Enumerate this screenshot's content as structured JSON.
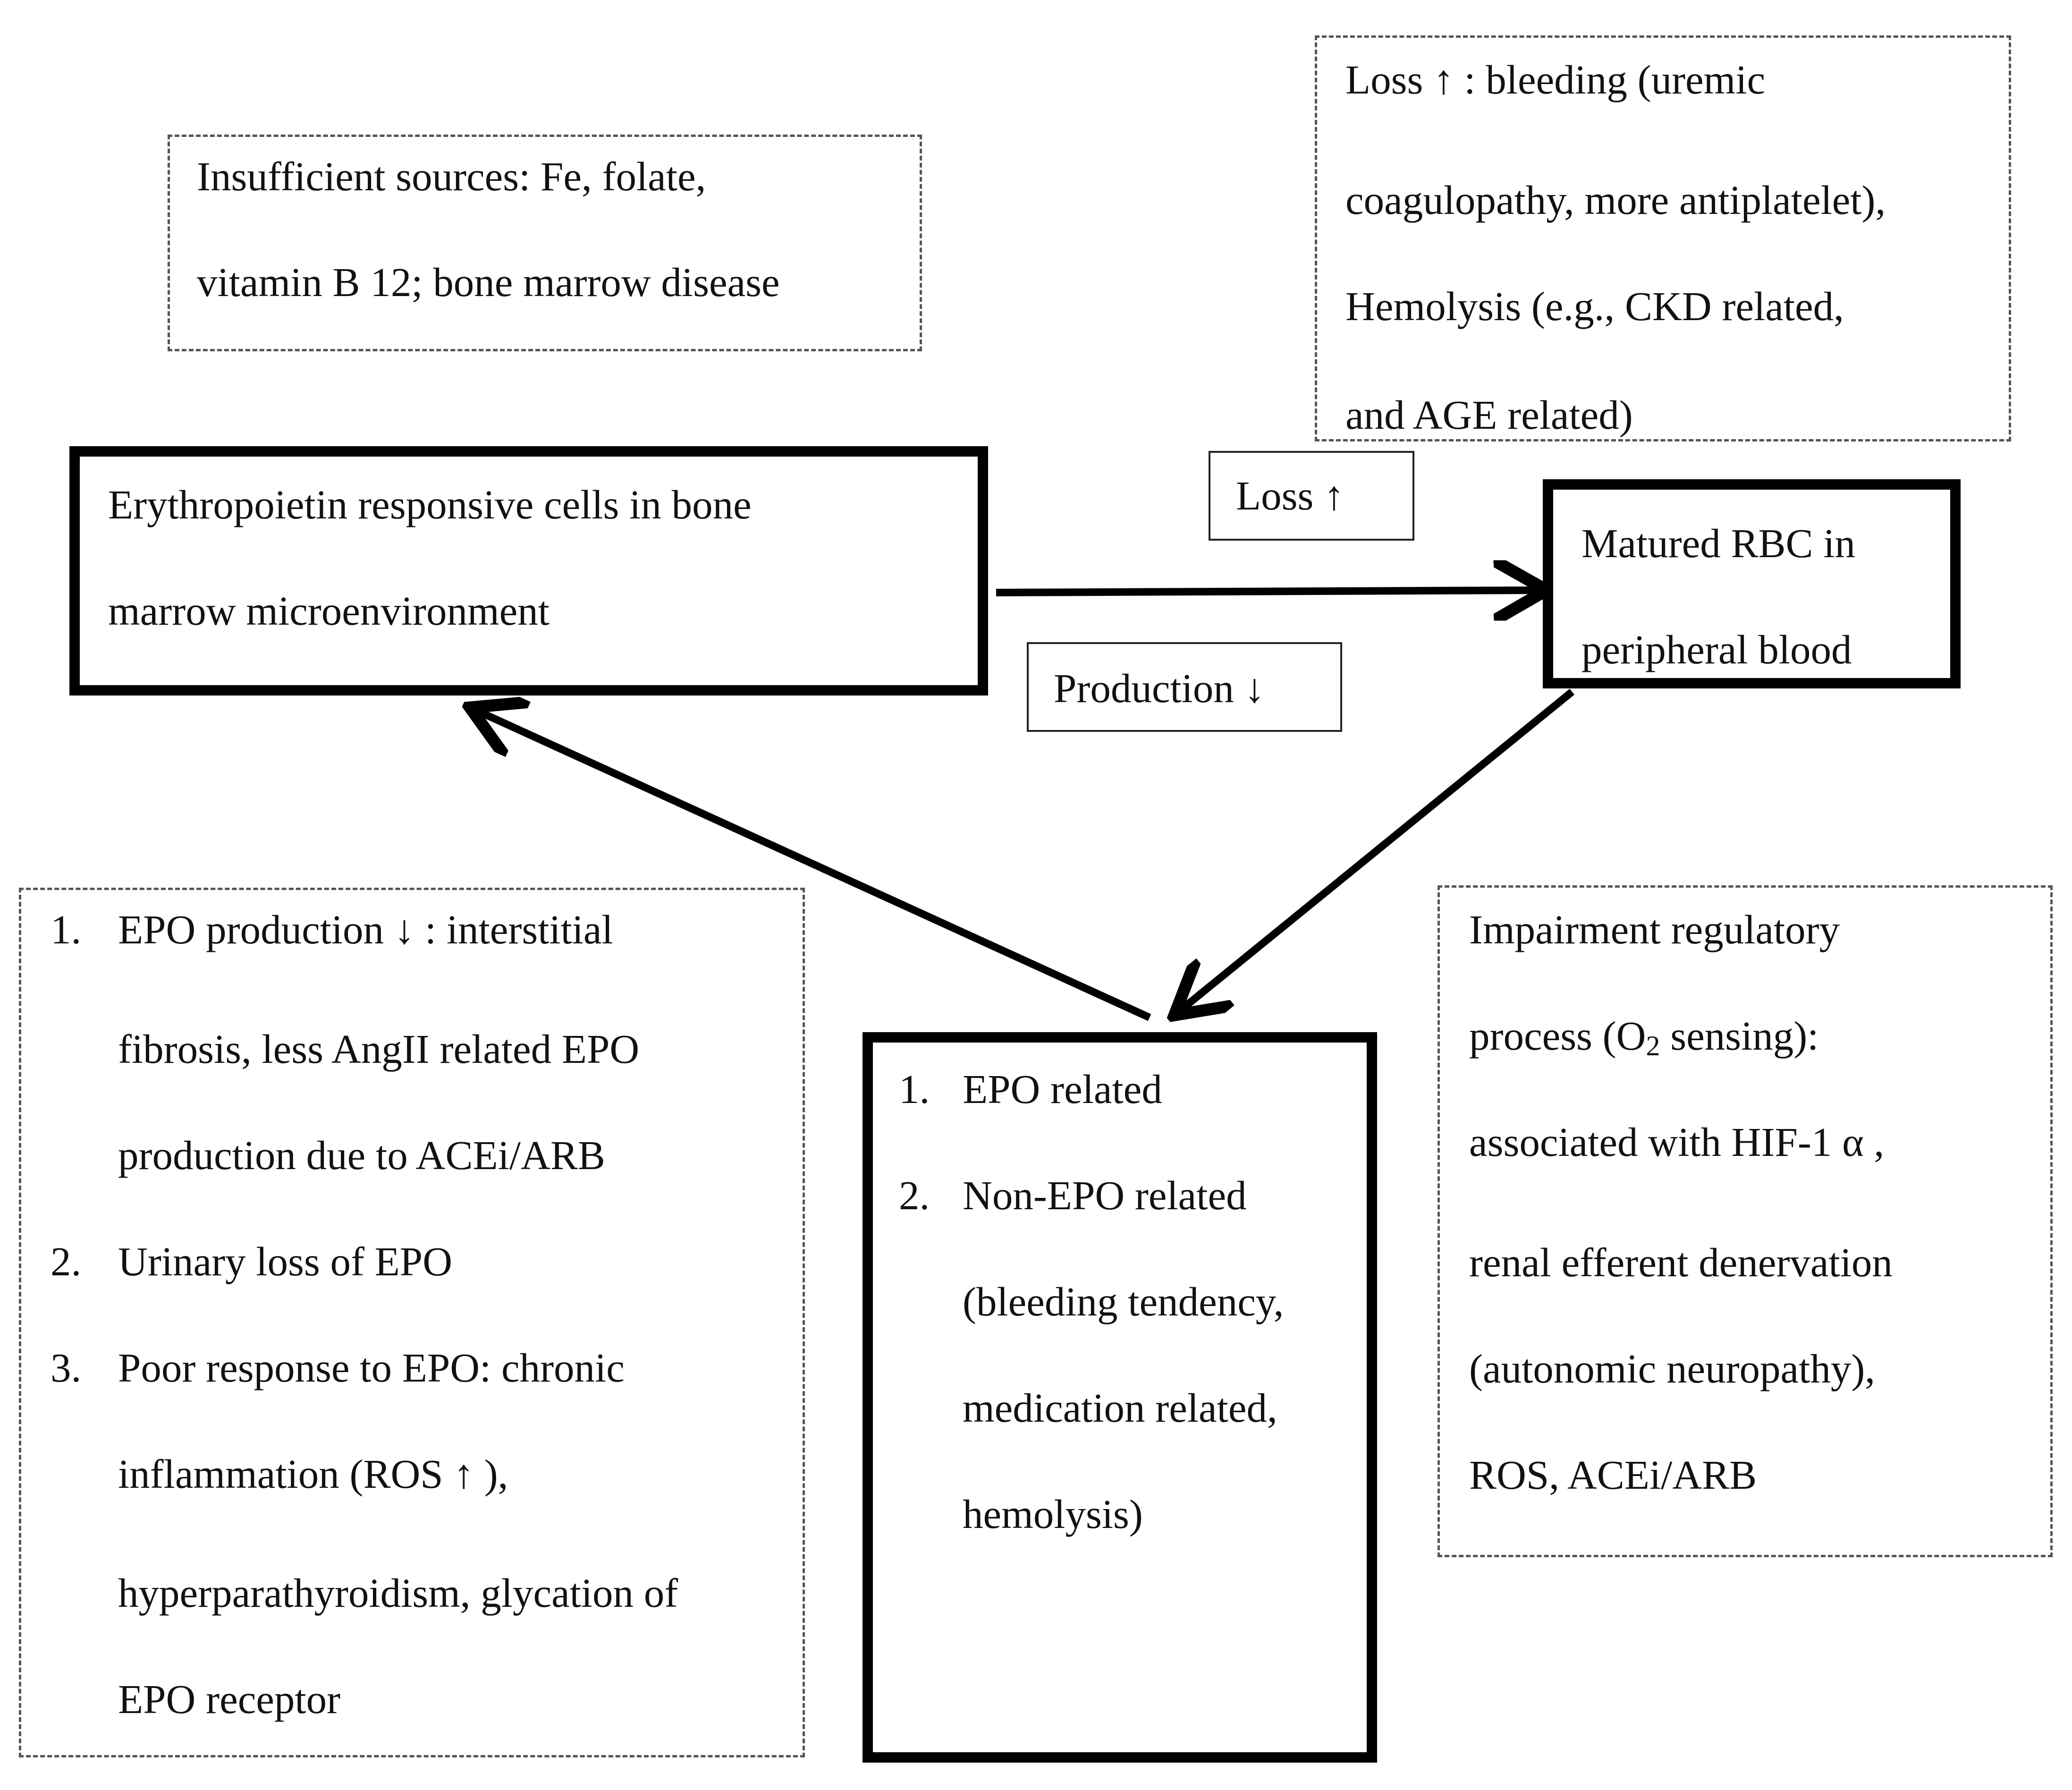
{
  "insufficient": {
    "line1": "Insufficient sources: Fe, folate,",
    "line2": "vitamin B 12; bone marrow disease"
  },
  "loss_box": {
    "line1": "Loss ↑ : bleeding (uremic",
    "line2": "coagulopathy, more antiplatelet),",
    "line3": "Hemolysis (e.g., CKD related,",
    "line4": "and AGE related)"
  },
  "marrow": {
    "line1": "Erythropoietin responsive cells in bone",
    "line2": "marrow microenvironment"
  },
  "rbc": {
    "line1": "Matured RBC in",
    "line2": "peripheral blood"
  },
  "loss_label": "Loss ↑",
  "production_label": "Production ↓",
  "epo_causes": {
    "items": [
      {
        "num": "1.",
        "lines": [
          "EPO production ↓ : interstitial",
          "fibrosis, less AngII related EPO",
          "production due to ACEi/ARB"
        ]
      },
      {
        "num": "2.",
        "lines": [
          "Urinary loss of EPO"
        ]
      },
      {
        "num": "3.",
        "lines": [
          "Poor response to EPO: chronic",
          "inflammation (ROS ↑ ),",
          "hyperparathyroidism, glycation of",
          "EPO receptor"
        ]
      }
    ]
  },
  "center": {
    "items": [
      {
        "num": "1.",
        "lines": [
          "EPO related"
        ]
      },
      {
        "num": "2.",
        "lines": [
          "Non-EPO related",
          "(bleeding tendency,",
          "medication related,",
          "hemolysis)"
        ]
      }
    ]
  },
  "impairment": {
    "line1": "Impairment regulatory",
    "line2_pre": "process (O",
    "line2_sub": "2",
    "line2_post": " sensing):",
    "line3": "associated with HIF-1 α ,",
    "line4": "renal efferent denervation",
    "line5": "(autonomic neuropathy),",
    "line6": "ROS, ACEi/ARB"
  }
}
